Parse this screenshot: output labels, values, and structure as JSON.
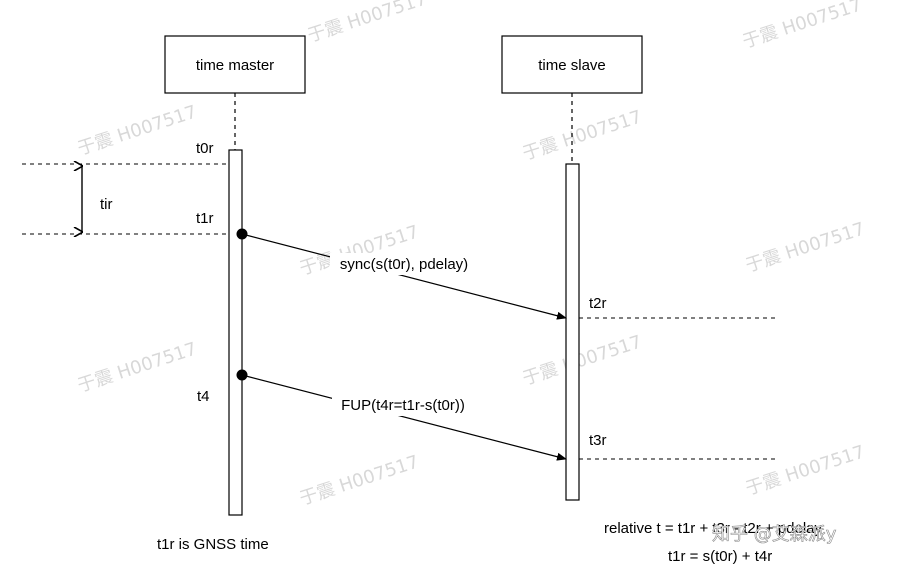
{
  "participants": {
    "master": {
      "label": "time master"
    },
    "slave": {
      "label": "time slave"
    }
  },
  "timestamps": {
    "t0r": "t0r",
    "t1r": "t1r",
    "t2r": "t2r",
    "t3r": "t3r",
    "t4": "t4",
    "tir": "tir"
  },
  "messages": {
    "sync": "sync(s(t0r), pdelay)",
    "fup": "FUP(t4r=t1r-s(t0r))"
  },
  "notes": {
    "gnss": "t1r is GNSS time",
    "relative": "relative t = t1r + t3r - t2r + pdelay",
    "formula": "t1r = s(t0r) + t4r"
  },
  "watermark": {
    "text": "于震 H007517",
    "credit": "知乎 @艾森派y"
  }
}
